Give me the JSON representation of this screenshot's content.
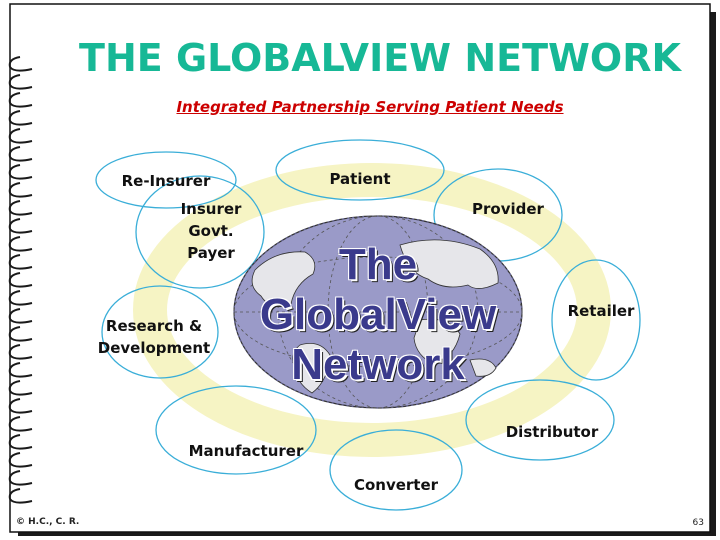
{
  "title": "THE GLOBALVIEW NETWORK",
  "subtitle": "Integrated Partnership Serving Patient Needs",
  "center": {
    "line1": "The",
    "line2": "GlobalView",
    "line3": "Network"
  },
  "nodes": {
    "reinsurer": "Re-Insurer",
    "patient": "Patient",
    "provider": "Provider",
    "insurer_1": "Insurer",
    "insurer_2": "Govt.",
    "insurer_3": "Payer",
    "research_1": "Research &",
    "research_2": "Development",
    "retailer": "Retailer",
    "distributor": "Distributor",
    "manufacturer": "Manufacturer",
    "converter": "Converter"
  },
  "footer": {
    "copyright": "© H.C., C. R.",
    "page": "63"
  },
  "colors": {
    "title": "#17b896",
    "subtitle": "#cc0000",
    "ring": "#f6f4c4",
    "oval_stroke": "#3aaed8",
    "globe": "#9a9ac8"
  }
}
